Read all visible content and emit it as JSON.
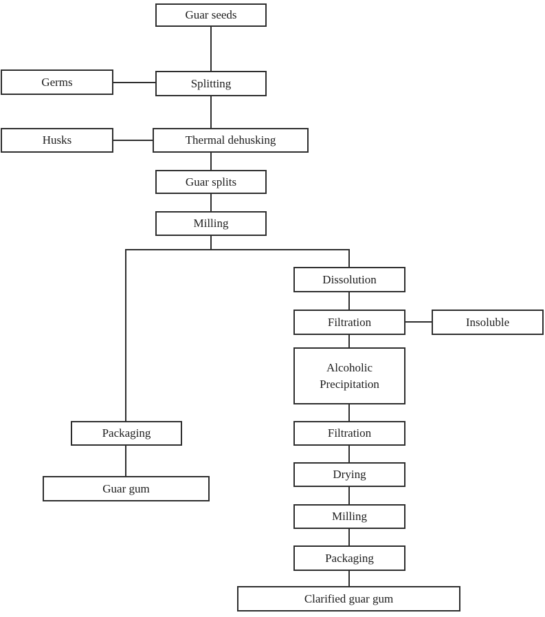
{
  "nodes": {
    "guar_seeds": "Guar seeds",
    "germs": "Germs",
    "splitting": "Splitting",
    "husks": "Husks",
    "thermal_dehusking": "Thermal dehusking",
    "guar_splits": "Guar splits",
    "milling": "Milling",
    "dissolution": "Dissolution",
    "filtration_1": "Filtration",
    "insoluble": "Insoluble",
    "alcoholic_precipitation": "Alcoholic\nPrecipitation",
    "packaging_left": "Packaging",
    "filtration_2": "Filtration",
    "drying": "Drying",
    "guar_gum": "Guar gum",
    "milling_2": "Milling",
    "packaging_right": "Packaging",
    "clarified_guar_gum": "Clarified guar gum"
  },
  "edges": [
    {
      "from": "guar_seeds",
      "to": "splitting"
    },
    {
      "from": "germs",
      "to": "splitting"
    },
    {
      "from": "splitting",
      "to": "thermal_dehusking"
    },
    {
      "from": "husks",
      "to": "thermal_dehusking"
    },
    {
      "from": "thermal_dehusking",
      "to": "guar_splits"
    },
    {
      "from": "guar_splits",
      "to": "milling"
    },
    {
      "from": "milling",
      "to": "packaging_left"
    },
    {
      "from": "milling",
      "to": "dissolution"
    },
    {
      "from": "dissolution",
      "to": "filtration_1"
    },
    {
      "from": "filtration_1",
      "to": "insoluble"
    },
    {
      "from": "filtration_1",
      "to": "alcoholic_precipitation"
    },
    {
      "from": "alcoholic_precipitation",
      "to": "filtration_2"
    },
    {
      "from": "filtration_2",
      "to": "drying"
    },
    {
      "from": "drying",
      "to": "milling_2"
    },
    {
      "from": "milling_2",
      "to": "packaging_right"
    },
    {
      "from": "packaging_right",
      "to": "clarified_guar_gum"
    },
    {
      "from": "packaging_left",
      "to": "guar_gum"
    }
  ],
  "colors": {
    "line": "#2d2d2d",
    "background": "#ffffff",
    "text": "#1c1c1c"
  }
}
